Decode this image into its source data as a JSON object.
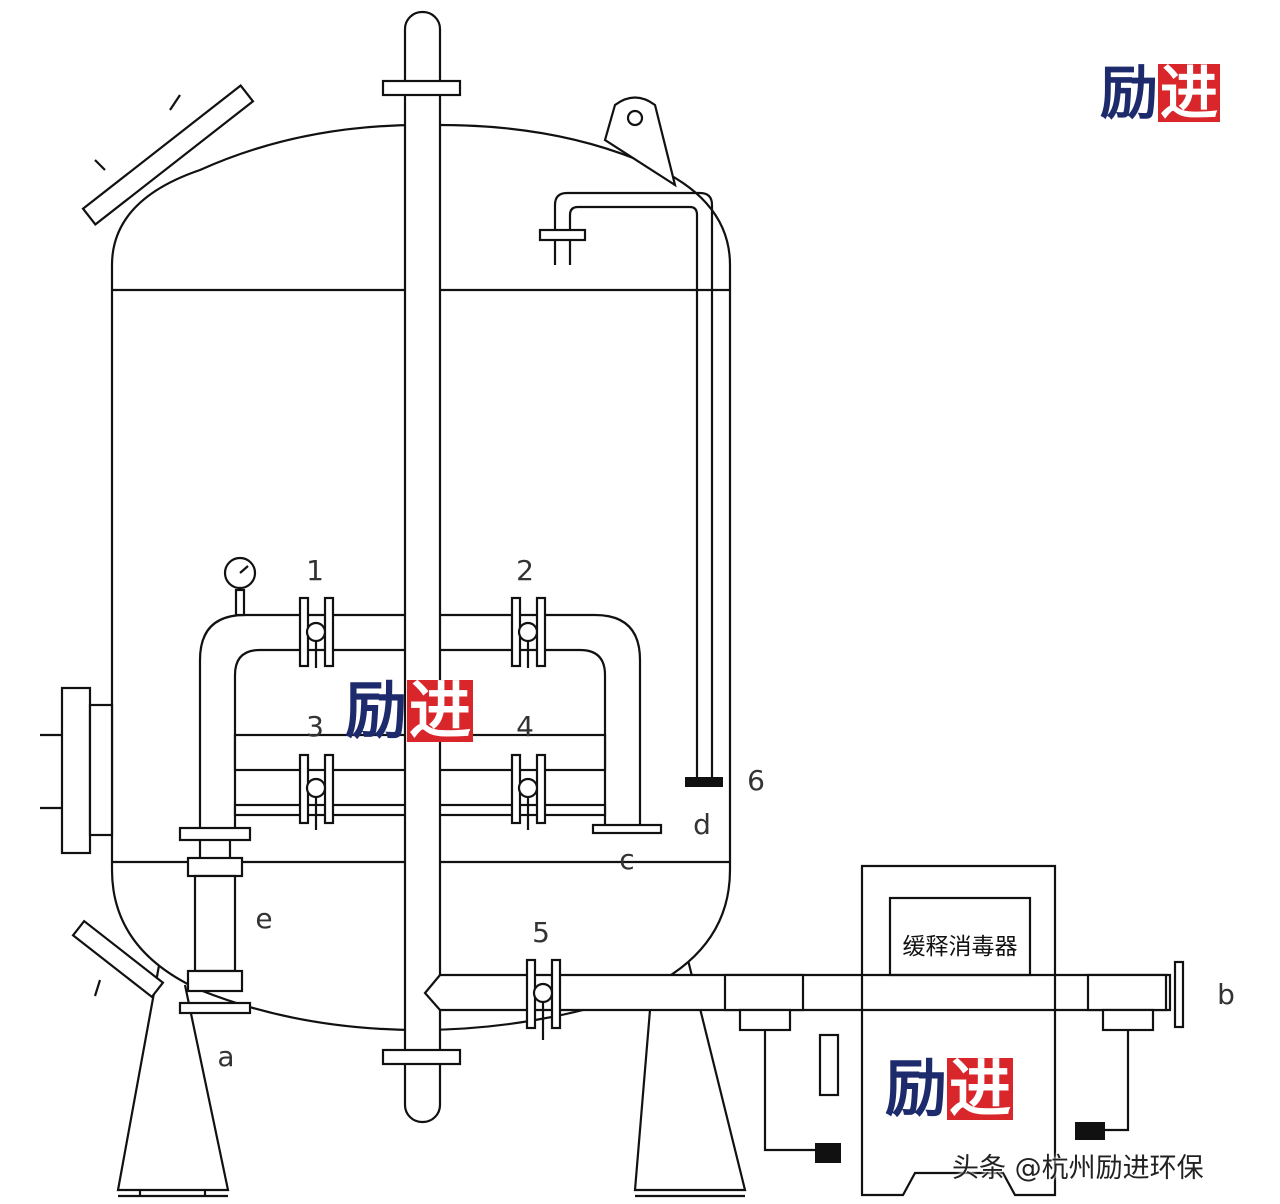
{
  "brand_logo": {
    "char1": "励",
    "char2": "进",
    "colors": {
      "blue": "#1d2a6b",
      "red": "#d9262b"
    }
  },
  "valve_labels": [
    "1",
    "2",
    "3",
    "4",
    "5",
    "6"
  ],
  "port_labels": {
    "a": "a",
    "b": "b",
    "c": "c",
    "d": "d",
    "e": "e"
  },
  "disinfector_label": "缓释消毒器",
  "watermark": "头条 @杭州励进环保"
}
